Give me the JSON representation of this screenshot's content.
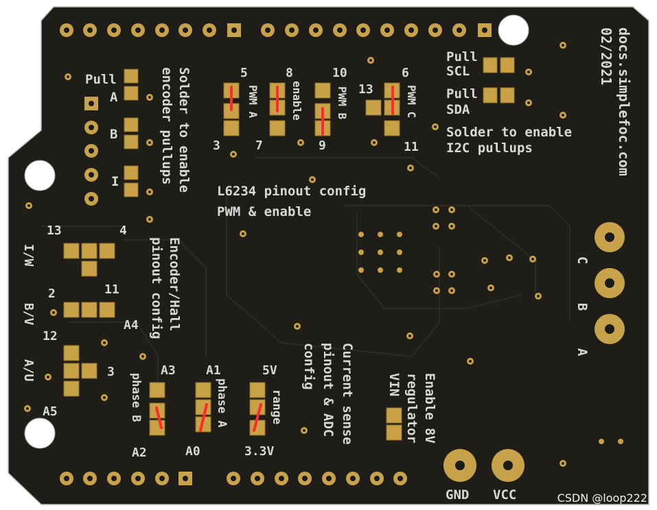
{
  "labels": {
    "site": "docs.simplefoc.com",
    "date": "02/2021",
    "pull_scl_1": "Pull",
    "pull_scl_2": "SCL",
    "pull_sda_1": "Pull",
    "pull_sda_2": "SDA",
    "i2c_1": "Solder to enable",
    "i2c_2": "I2C pullups",
    "enc_1": "Solder to enable",
    "enc_2": "encoder pullups",
    "pull": "Pull",
    "pull_a": "A",
    "pull_b": "B",
    "pull_i": "I",
    "l6234_1": "L6234 pinout config",
    "l6234_2": "PWM & enable",
    "pwm_a": "PWM A",
    "enable": "enable",
    "pwm_b": "PWM B",
    "pwm_c": "PWM C",
    "n5": "5",
    "n8": "8",
    "n10": "10",
    "n6": "6",
    "n13": "13",
    "n3": "3",
    "n7": "7",
    "n9": "9",
    "n11": "11",
    "enc_hall_1": "Encoder/Hall",
    "enc_hall_2": "pinout config",
    "i_hall": "I/W",
    "b_hall": "B/V",
    "a_hall": "A/U",
    "h13": "13",
    "h4": "4",
    "h11": "11",
    "h2": "2",
    "hA4": "A4",
    "h12": "12",
    "h3": "3",
    "hA5": "A5",
    "cs_1": "Current sense",
    "cs_2": "pinout & ADC",
    "cs_3": "config",
    "phase_b": "phase B",
    "phase_a": "phase A",
    "range": "range",
    "pA3": "A3",
    "pA2": "A2",
    "pA1": "A1",
    "pA0": "A0",
    "p5v": "5V",
    "p33": "3.3V",
    "reg_1": "Enable 8V",
    "reg_2": "regulator",
    "reg_3": "VIN",
    "motor_c": "C",
    "motor_b": "B",
    "motor_a": "A",
    "gnd": "GND",
    "vcc": "VCC",
    "watermark": "CSDN @loop222"
  },
  "colors": {
    "board": "#1e1d18",
    "silkscreen": "#d8d8d8",
    "copper": "#c9a146",
    "solder_bridge": "#ff2a2a"
  }
}
